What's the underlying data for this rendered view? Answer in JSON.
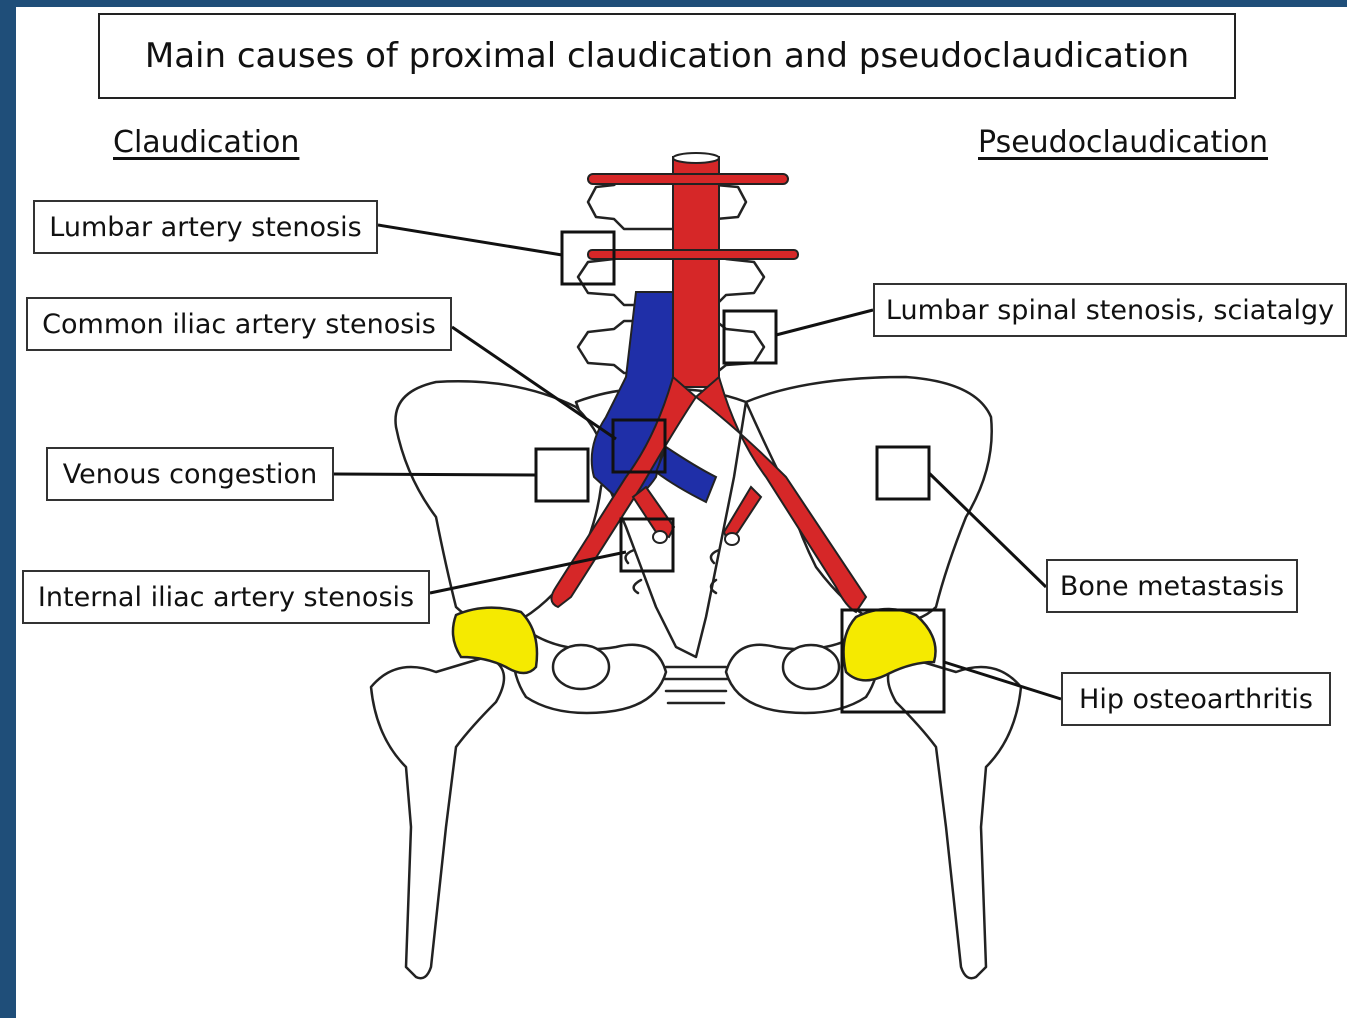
{
  "title": "Main causes of proximal claudication and pseudoclaudication",
  "headings": {
    "left": "Claudication",
    "right": "Pseudoclaudication"
  },
  "labels": {
    "lumbar_artery": "Lumbar artery stenosis",
    "common_iliac": "Common iliac artery stenosis",
    "venous": "Venous congestion",
    "internal_iliac": "Internal iliac artery stenosis",
    "lumbar_spinal": "Lumbar spinal stenosis, sciatalgy",
    "bone_metastasis": "Bone metastasis",
    "hip_oa": "Hip osteoarthritis"
  },
  "colors": {
    "artery": "#d62728",
    "vein": "#1f2fa8",
    "cartilage": "#f5ea00",
    "frame": "#1f4e79"
  }
}
